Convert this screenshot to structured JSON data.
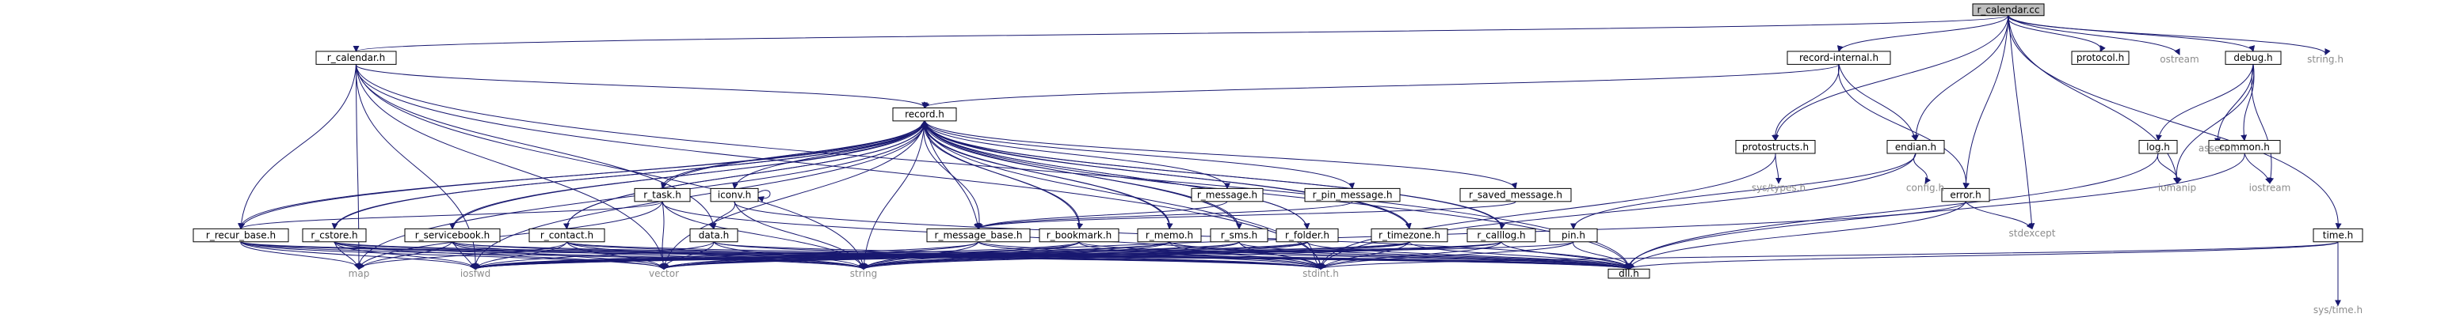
{
  "diagram": {
    "root": "r_calendar.cc",
    "nodes": [
      {
        "id": "r_calendar_cc",
        "label": "r_calendar.cc",
        "type": "root"
      },
      {
        "id": "protocol_h",
        "label": "protocol.h",
        "type": "internal"
      },
      {
        "id": "record_internal_h",
        "label": "record-internal.h",
        "type": "internal"
      },
      {
        "id": "r_calendar_h",
        "label": "r_calendar.h",
        "type": "internal"
      },
      {
        "id": "record_h",
        "label": "record.h",
        "type": "internal"
      },
      {
        "id": "protostructs_h",
        "label": "protostructs.h",
        "type": "internal"
      },
      {
        "id": "endian_h",
        "label": "endian.h",
        "type": "internal"
      },
      {
        "id": "error_h",
        "label": "error.h",
        "type": "internal"
      },
      {
        "id": "debug_h",
        "label": "debug.h",
        "type": "internal"
      },
      {
        "id": "log_h",
        "label": "log.h",
        "type": "internal"
      },
      {
        "id": "common_h",
        "label": "common.h",
        "type": "internal"
      },
      {
        "id": "time_h",
        "label": "time.h",
        "type": "internal"
      },
      {
        "id": "pin_h",
        "label": "pin.h",
        "type": "internal"
      },
      {
        "id": "dll_h",
        "label": "dll.h",
        "type": "internal"
      },
      {
        "id": "r_task_h",
        "label": "r_task.h",
        "type": "internal"
      },
      {
        "id": "iconv_h",
        "label": "iconv.h",
        "type": "internal"
      },
      {
        "id": "data_h",
        "label": "data.h",
        "type": "internal"
      },
      {
        "id": "r_recur_base_h",
        "label": "r_recur_base.h",
        "type": "internal"
      },
      {
        "id": "r_cstore_h",
        "label": "r_cstore.h",
        "type": "internal"
      },
      {
        "id": "r_servicebook_h",
        "label": "r_servicebook.h",
        "type": "internal"
      },
      {
        "id": "r_contact_h",
        "label": "r_contact.h",
        "type": "internal"
      },
      {
        "id": "r_message_h",
        "label": "r_message.h",
        "type": "internal"
      },
      {
        "id": "r_pin_message_h",
        "label": "r_pin_message.h",
        "type": "internal"
      },
      {
        "id": "r_saved_message_h",
        "label": "r_saved_message.h",
        "type": "internal"
      },
      {
        "id": "r_message_base_h",
        "label": "r_message_base.h",
        "type": "internal"
      },
      {
        "id": "r_bookmark_h",
        "label": "r_bookmark.h",
        "type": "internal"
      },
      {
        "id": "r_memo_h",
        "label": "r_memo.h",
        "type": "internal"
      },
      {
        "id": "r_sms_h",
        "label": "r_sms.h",
        "type": "internal"
      },
      {
        "id": "r_folder_h",
        "label": "r_folder.h",
        "type": "internal"
      },
      {
        "id": "r_timezone_h",
        "label": "r_timezone.h",
        "type": "internal"
      },
      {
        "id": "r_calllog_h",
        "label": "r_calllog.h",
        "type": "internal"
      },
      {
        "id": "ostream",
        "label": "ostream",
        "type": "external"
      },
      {
        "id": "string_h",
        "label": "string.h",
        "type": "external"
      },
      {
        "id": "assert_h",
        "label": "assert.h",
        "type": "external"
      },
      {
        "id": "iomanip",
        "label": "iomanip",
        "type": "external"
      },
      {
        "id": "iostream",
        "label": "iostream",
        "type": "external"
      },
      {
        "id": "config_h",
        "label": "config.h",
        "type": "external"
      },
      {
        "id": "sys_types_h",
        "label": "sys/types.h",
        "type": "external"
      },
      {
        "id": "stdexcept",
        "label": "stdexcept",
        "type": "external"
      },
      {
        "id": "sys_time_h",
        "label": "sys/time.h",
        "type": "external"
      },
      {
        "id": "map",
        "label": "map",
        "type": "external"
      },
      {
        "id": "iosfwd",
        "label": "iosfwd",
        "type": "external"
      },
      {
        "id": "vector",
        "label": "vector",
        "type": "external"
      },
      {
        "id": "string",
        "label": "string",
        "type": "external"
      },
      {
        "id": "stdint_h",
        "label": "stdint.h",
        "type": "external"
      }
    ]
  }
}
